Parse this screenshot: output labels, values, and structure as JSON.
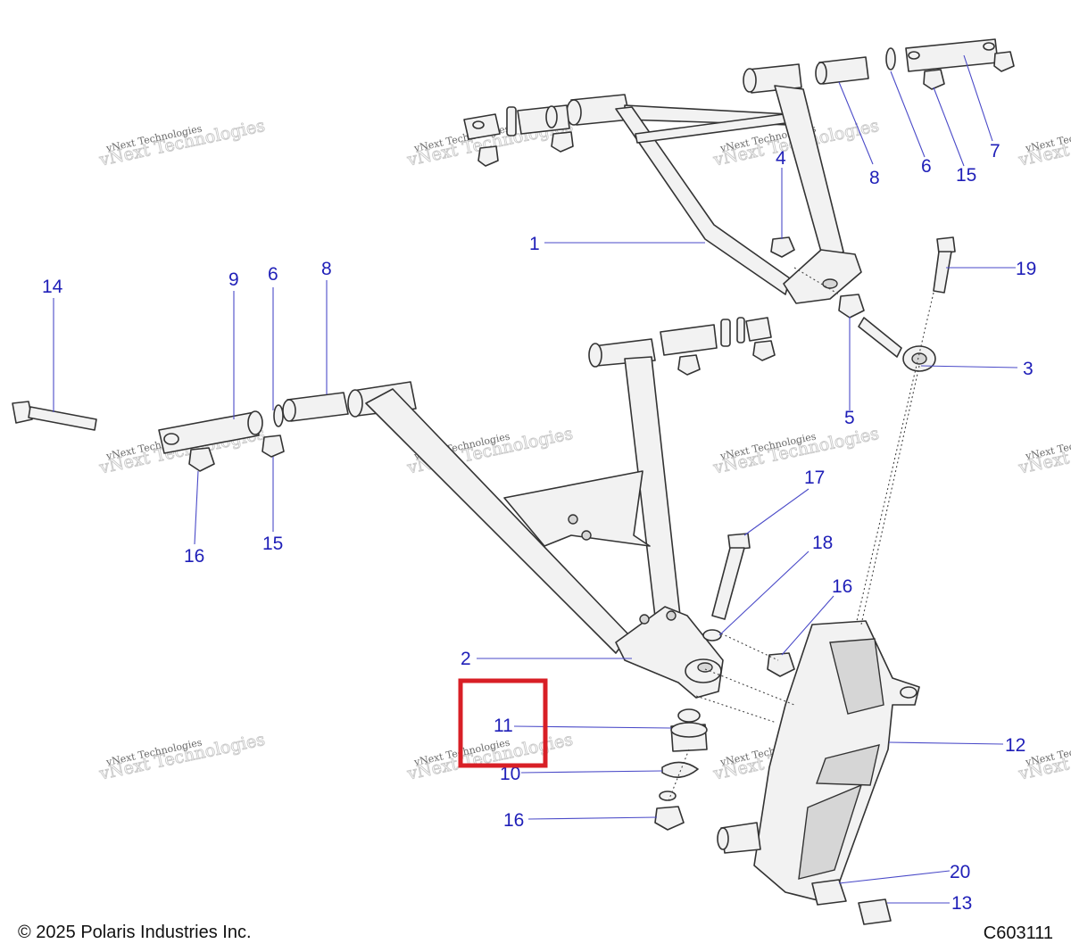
{
  "footer": {
    "copyright": "© 2025 Polaris Industries Inc.",
    "figure_id": "C603111"
  },
  "watermark": {
    "line1": "vNext Technologies",
    "line2": "vNext Technologies"
  },
  "callouts": [
    "1",
    "2",
    "3",
    "4",
    "5",
    "6",
    "6",
    "7",
    "8",
    "8",
    "9",
    "10",
    "11",
    "12",
    "13",
    "14",
    "15",
    "15",
    "16",
    "16",
    "16",
    "17",
    "18",
    "19",
    "20"
  ],
  "highlight": {
    "label": "11",
    "color": "#d81f26"
  },
  "colors": {
    "callout": "#1f1fb8",
    "leader": "#4a4ac8",
    "part_outline": "#333333"
  }
}
